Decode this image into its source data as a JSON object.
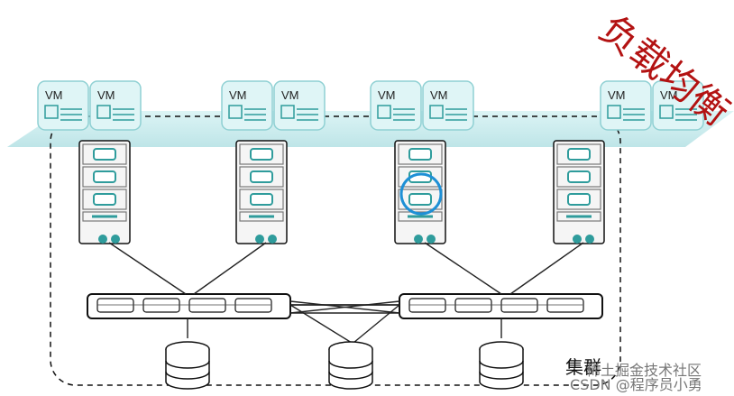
{
  "diagram": {
    "title": "负载均衡",
    "cluster_label": "集群",
    "vm_label": "VM",
    "watermark_main": "稀土掘金技术社区",
    "watermark_sub": "CSDN @程序员小勇"
  },
  "colors": {
    "teal": "#2f9c9c",
    "teal_light": "#cfeef0",
    "teal_band": "#b9e3e6",
    "line": "#222222",
    "title_red": "#b31212",
    "highlight_blue": "#1e90d6",
    "watermark": "#7b7b7b"
  }
}
